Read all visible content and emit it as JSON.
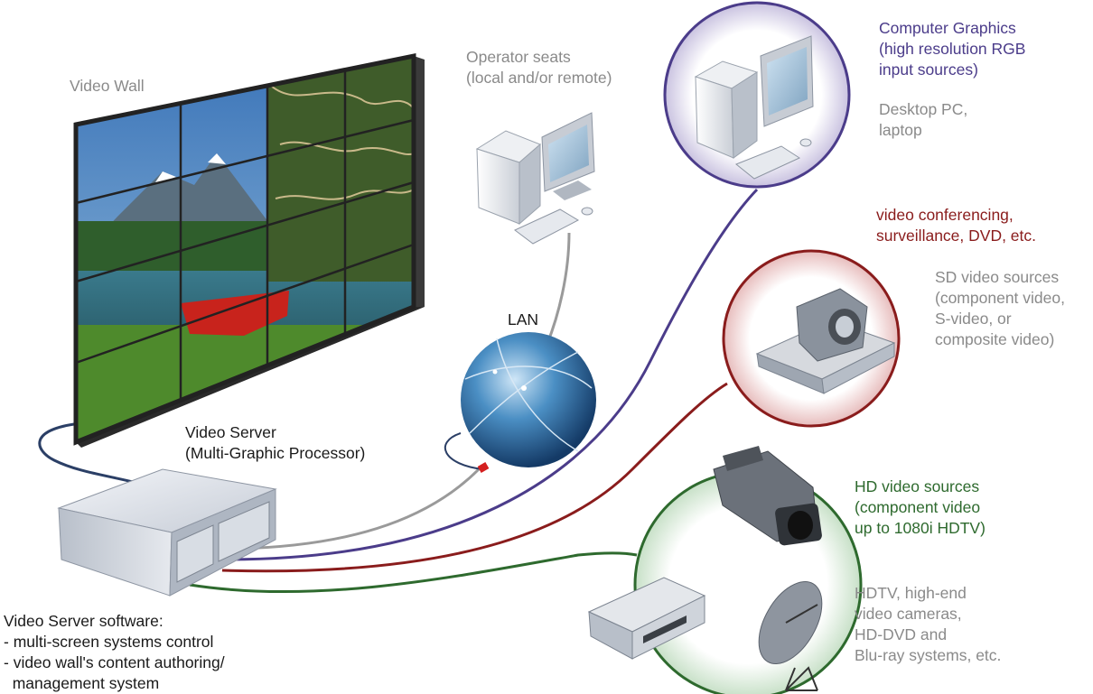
{
  "labels": {
    "video_wall": "Video Wall",
    "operator_seats": [
      "Operator seats",
      "(local and/or remote)"
    ],
    "computer_graphics": [
      "Computer Graphics",
      "(high resolution RGB",
      "input sources)"
    ],
    "desktop_pc": [
      "Desktop PC,",
      "laptop"
    ],
    "video_conf": [
      "video conferencing,",
      "surveillance, DVD, etc."
    ],
    "sd_sources": [
      "SD video sources",
      "(component video,",
      "S-video, or",
      "composite video)"
    ],
    "lan": "LAN",
    "video_server": [
      "Video Server",
      "(Multi-Graphic Processor)"
    ],
    "hd_sources": [
      "HD video sources",
      "(component video",
      "up to 1080i HDTV)"
    ],
    "hdtv": [
      "HDTV, high-end",
      "video cameras,",
      "HD-DVD and",
      "Blu-ray systems, etc."
    ],
    "software": [
      "Video Server software:",
      "- multi-screen systems control",
      "- video wall's content authoring/",
      "  management system"
    ]
  },
  "colors": {
    "purple": "#4b3c8a",
    "red": "#8a1c1c",
    "green": "#2e6a2e",
    "gray": "#8a8a8a",
    "navy": "#2b3f66"
  }
}
